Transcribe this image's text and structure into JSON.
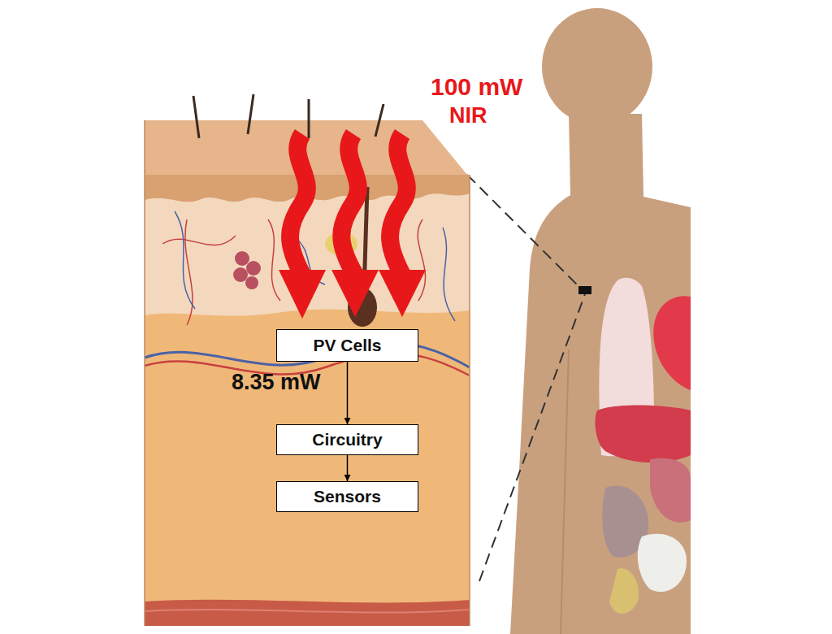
{
  "diagram": {
    "nodes": [
      {
        "text": [
          "PV Cells"
        ]
      },
      {
        "text": [
          "Circuitry"
        ]
      },
      {
        "text": [
          "Sensors"
        ]
      }
    ],
    "edges": [
      {
        "from": 0,
        "to": 1,
        "arrow": "to",
        "label": "8.35 mW"
      },
      {
        "from": 1,
        "to": 2,
        "arrow": "to"
      }
    ],
    "labels": [
      "100 mW",
      "NIR"
    ]
  }
}
